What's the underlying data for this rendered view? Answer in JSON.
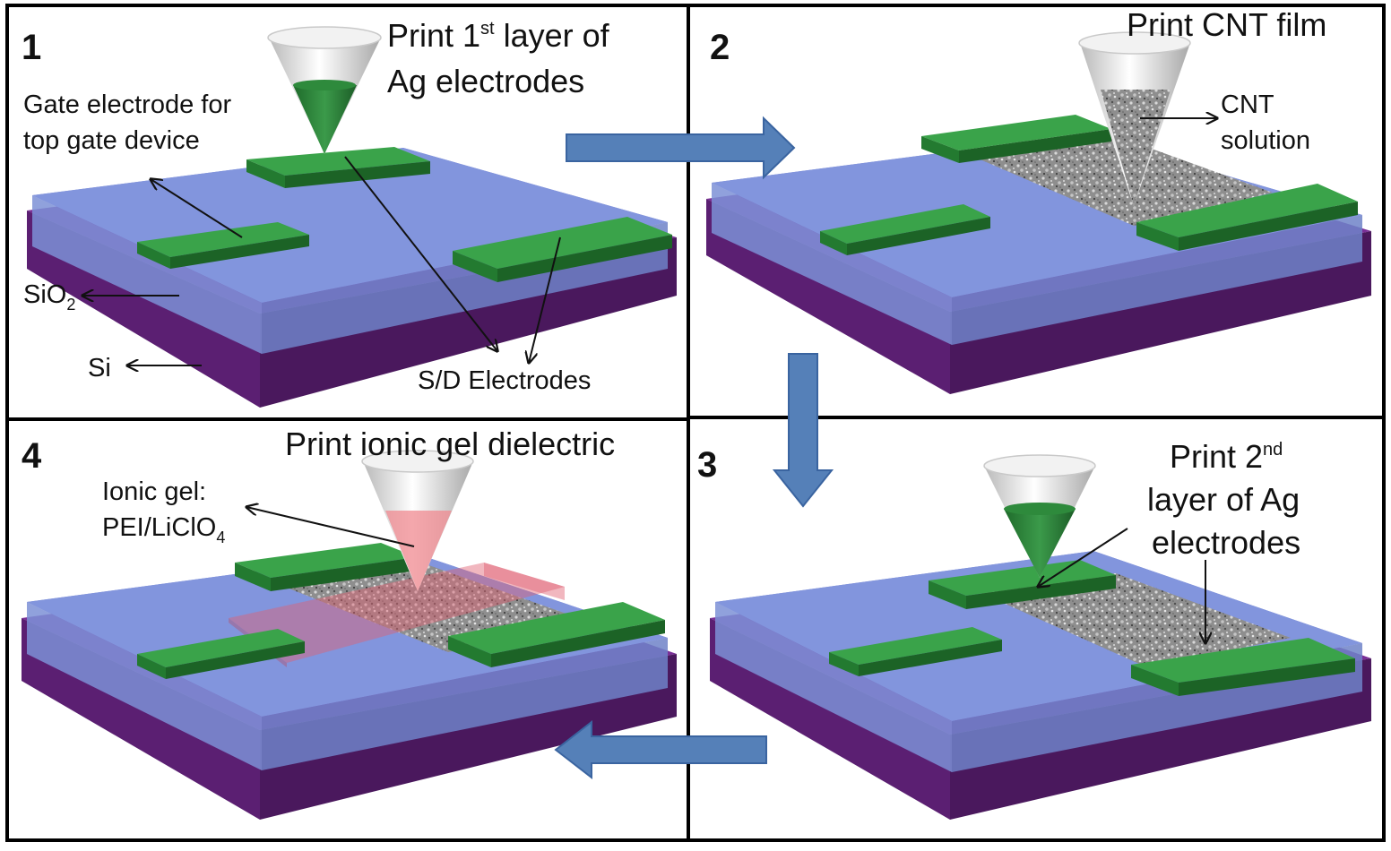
{
  "panels": [
    {
      "number": "1",
      "title_line1_pre": "Print 1",
      "title_line1_sup": "st",
      "title_line1_post": " layer of",
      "title_line2": "Ag electrodes",
      "labels": {
        "gate_line1": "Gate electrode for",
        "gate_line2": "top gate device",
        "sio2_main": "SiO",
        "sio2_sub": "2",
        "si": "Si",
        "sd": "S/D Electrodes"
      }
    },
    {
      "number": "2",
      "title": "Print CNT film",
      "labels": {
        "cnt_line1": "CNT",
        "cnt_line2": "solution"
      }
    },
    {
      "number": "3",
      "title_line1_pre": "Print 2",
      "title_line1_sup": "nd",
      "title_line2": "layer of Ag",
      "title_line3": "electrodes"
    },
    {
      "number": "4",
      "title": "Print ionic gel dielectric",
      "labels": {
        "gel_line1": "Ionic gel:",
        "gel_line2_main": "PEI/LiClO",
        "gel_line2_sub": "4"
      }
    }
  ],
  "colors": {
    "si": "#7a2f97",
    "sio2": "#8fa4e6",
    "electrode": "#3aa34a",
    "ionic_gel": "#e06070",
    "flow_arrow": "#5580b8"
  },
  "flow": [
    "1",
    "2",
    "3",
    "4"
  ]
}
